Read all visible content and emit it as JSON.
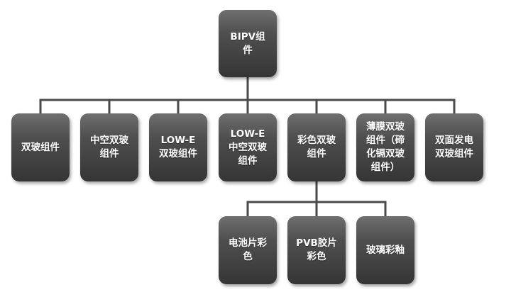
{
  "root": {
    "label": "BIPV组\n件"
  },
  "level1": [
    {
      "id": "l1-1",
      "label": "双玻组件"
    },
    {
      "id": "l1-2",
      "label": "中空双玻\n组件"
    },
    {
      "id": "l1-3",
      "label": "LOW-E\n双玻组件"
    },
    {
      "id": "l1-4",
      "label": "LOW-E\n中空双玻\n组件"
    },
    {
      "id": "l1-5",
      "label": "彩色双玻\n组件"
    },
    {
      "id": "l1-6",
      "label": "薄膜双玻\n组件（碲\n化镉双玻\n组件）"
    },
    {
      "id": "l1-7",
      "label": "双面发电\n双玻组件"
    }
  ],
  "level2": [
    {
      "id": "l2-1",
      "parent": "l1-5",
      "label": "电池片彩\n色"
    },
    {
      "id": "l2-2",
      "parent": "l1-5",
      "label": "PVB胶片\n彩色"
    },
    {
      "id": "l2-3",
      "parent": "l1-5",
      "label": "玻璃彩釉"
    }
  ],
  "colors": {
    "node_fill": "#3e3e3e",
    "node_text": "#ffffff",
    "connector": "#4a4a4a",
    "background": "#ffffff"
  }
}
